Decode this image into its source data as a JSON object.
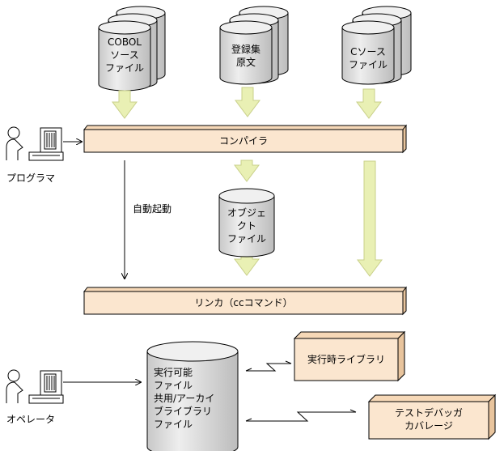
{
  "source_files": [
    {
      "lines": [
        "COBOL",
        "ソース",
        "ファイル"
      ]
    },
    {
      "lines": [
        "登録集",
        "原文"
      ]
    },
    {
      "lines": [
        "Cソース",
        "ファイル"
      ]
    }
  ],
  "programmer_label": "プログラマ",
  "compiler_label": "コンパイラ",
  "auto_start_label": "自動起動",
  "object_file": {
    "lines": [
      "オブジェ",
      "クト",
      "ファイル"
    ]
  },
  "linker_label": "リンカ（ccコマンド）",
  "executable_file": {
    "lines": [
      "実行可能",
      "ファイル",
      "共用/アーカイ",
      "ブライブラリ",
      "ファイル"
    ]
  },
  "runtime_library_label": "実行時ライブラリ",
  "debugger": {
    "lines": [
      "テストデバッガ",
      "カバレージ"
    ]
  },
  "operator_label": "オペレータ",
  "colors": {
    "bar_fill": "#fbe6cf",
    "arrow_fill": "#e9f0b4",
    "cylinder_fill": "#e4e4e4",
    "line": "#000000"
  }
}
